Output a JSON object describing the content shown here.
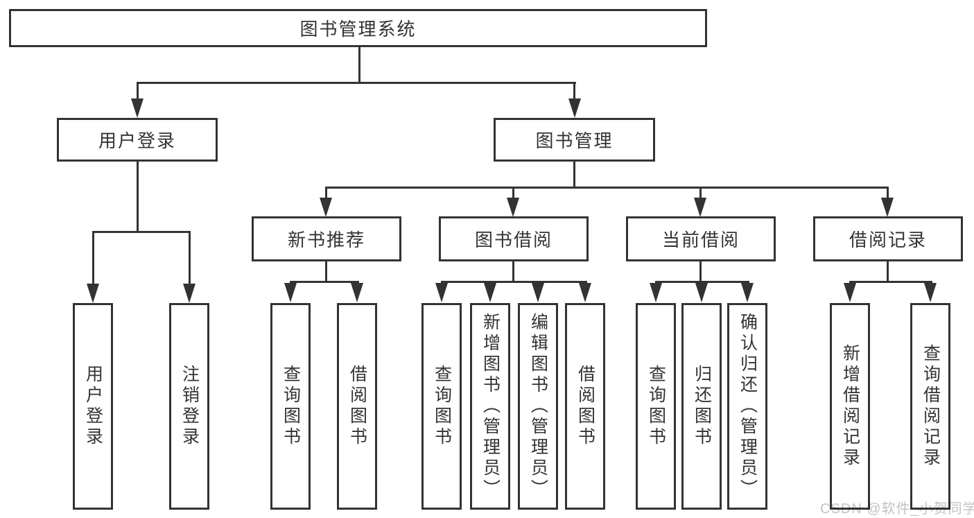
{
  "colors": {
    "line": "#333333",
    "text": "#333333",
    "box_background": "#ffffff",
    "watermark": "#c3c3c3"
  },
  "watermark": {
    "text": "CSDN @软件_小贺同学"
  },
  "nodes": {
    "root": {
      "label": "图书管理系统"
    },
    "user_login": {
      "label": "用户登录"
    },
    "book_manage": {
      "label": "图书管理"
    },
    "new_books": {
      "label": "新书推荐"
    },
    "book_borrow": {
      "label": "图书借阅"
    },
    "current_borrow": {
      "label": "当前借阅"
    },
    "borrow_records": {
      "label": "借阅记录"
    },
    "leaves": {
      "user_login": [
        "用户登录",
        "注销登录"
      ],
      "new_books": [
        "查询图书",
        "借阅图书"
      ],
      "book_borrow": [
        "查询图书",
        "新增图书（管理员）",
        "编辑图书（管理员）",
        "借阅图书"
      ],
      "current_borrow": [
        "查询图书",
        "归还图书",
        "确认归还（管理员）"
      ],
      "borrow_records": [
        "新增借阅记录",
        "查询借阅记录"
      ]
    }
  }
}
